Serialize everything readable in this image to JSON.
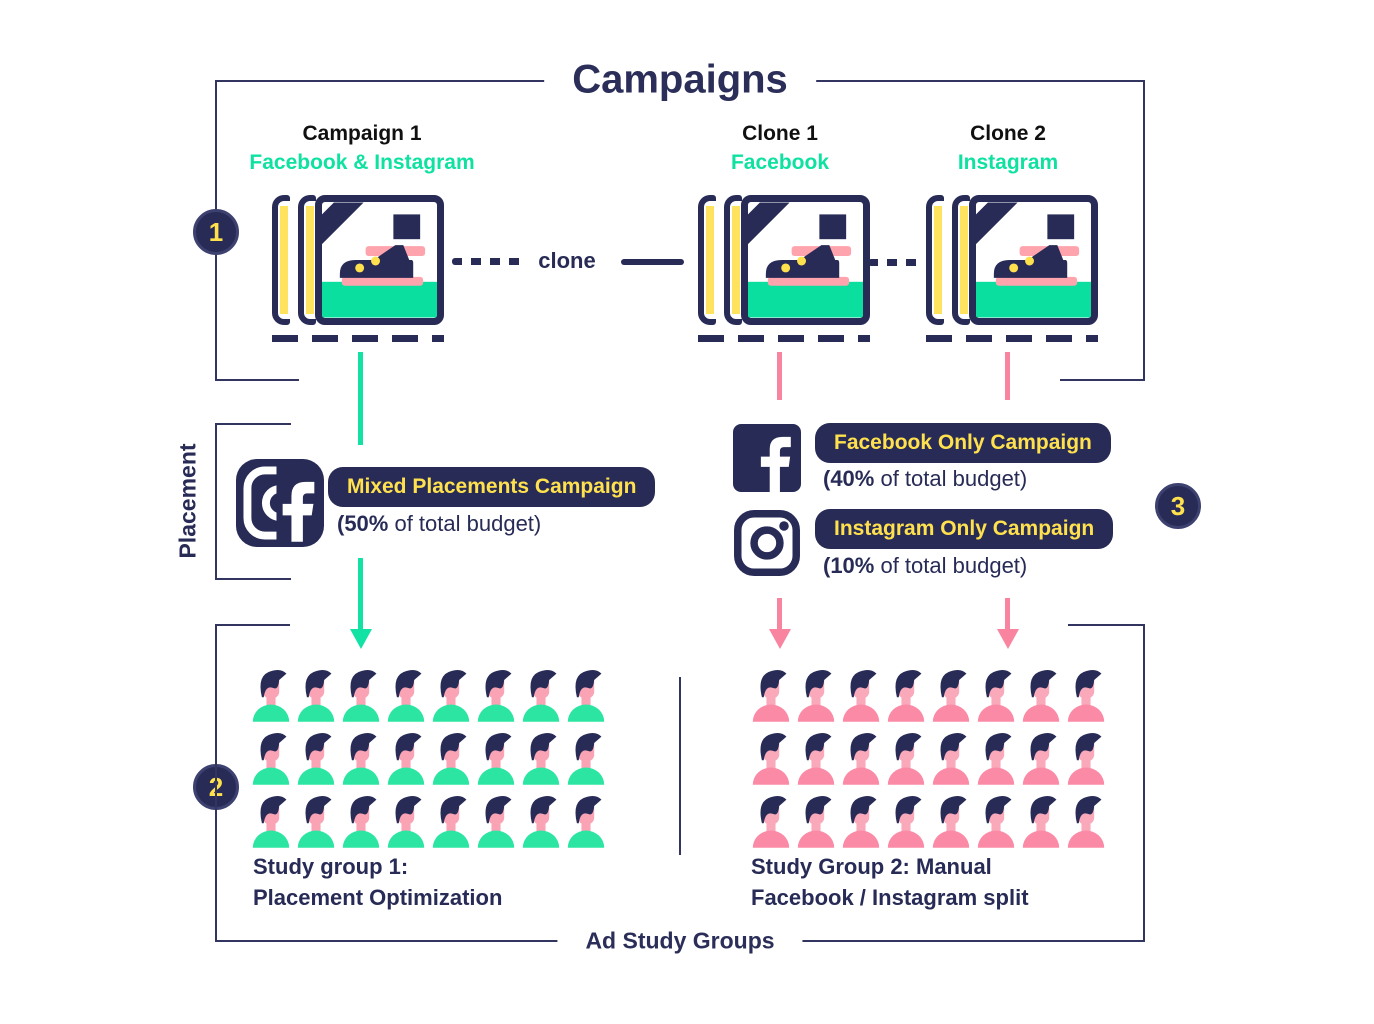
{
  "page": {
    "title": "Campaigns",
    "bottom_title": "Ad Study Groups",
    "placement_label": "Placement",
    "clone_label": "clone"
  },
  "badges": {
    "step1": "1",
    "step2": "2",
    "step3": "3"
  },
  "campaigns": [
    {
      "name": "Campaign 1",
      "platform": "Facebook & Instagram"
    },
    {
      "name": "Clone 1",
      "platform": "Facebook"
    },
    {
      "name": "Clone 2",
      "platform": "Instagram"
    }
  ],
  "placements": {
    "mixed": {
      "label": "Mixed Placements Campaign",
      "budget_bold": "(50%",
      "budget_rest": " of total budget)"
    },
    "facebook": {
      "label": "Facebook Only Campaign",
      "budget_bold": "(40%",
      "budget_rest": " of total budget)"
    },
    "instagram": {
      "label": "Instagram Only Campaign",
      "budget_bold": "(10%",
      "budget_rest": " of total budget)"
    }
  },
  "study_groups": {
    "group1": {
      "line1": "Study group 1:",
      "line2": "Placement Optimization",
      "rows": 3,
      "cols": 8,
      "shirt_color": "#2ce5a2",
      "face_color": "#faa3b5"
    },
    "group2": {
      "line1": "Study Group 2: Manual",
      "line2": "Facebook / Instagram split",
      "rows": 3,
      "cols": 8,
      "shirt_color": "#fb8aa6",
      "face_color": "#faa9ba"
    }
  },
  "icons": {
    "mixed": "facebook-instagram-icon",
    "facebook": "facebook-icon",
    "instagram": "instagram-icon",
    "ad": "ad-card-icon",
    "person": "person-icon"
  },
  "colors": {
    "navy": "#272b56",
    "green": "#0fe1a1",
    "yellow": "#ffe14e",
    "pink": "#f9849f",
    "hair": "#272b56"
  }
}
